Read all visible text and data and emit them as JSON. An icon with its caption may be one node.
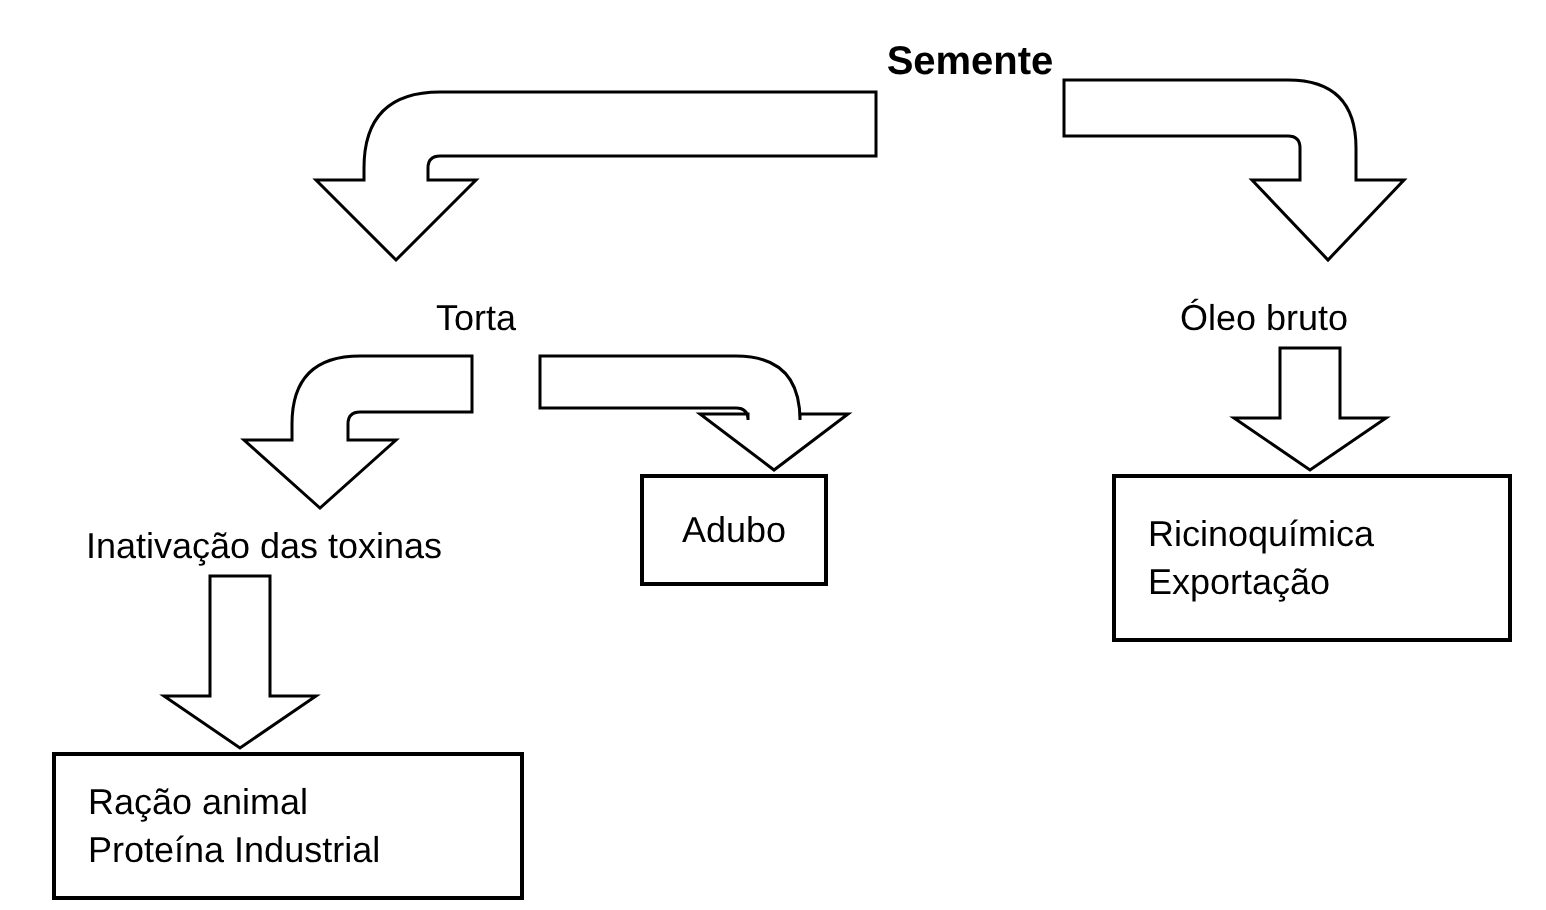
{
  "diagram": {
    "nodes": [
      {
        "text": [
          "Semente"
        ]
      },
      {
        "text": [
          "Torta"
        ]
      },
      {
        "text": [
          "Óleo bruto"
        ]
      },
      {
        "text": [
          "Inativação das toxinas"
        ]
      },
      {
        "text": [
          "Adubo"
        ]
      },
      {
        "text": [
          "Ricinoquímica",
          "Exportação"
        ]
      },
      {
        "text": [
          "Ração animal",
          "Proteína Industrial"
        ]
      }
    ],
    "edges": [
      {
        "from": 0,
        "to": 1,
        "arrow": "to"
      },
      {
        "from": 0,
        "to": 2,
        "arrow": "to"
      },
      {
        "from": 1,
        "to": 3,
        "arrow": "to"
      },
      {
        "from": 1,
        "to": 4,
        "arrow": "to"
      },
      {
        "from": 2,
        "to": 5,
        "arrow": "to"
      },
      {
        "from": 3,
        "to": 6,
        "arrow": "to"
      }
    ]
  }
}
